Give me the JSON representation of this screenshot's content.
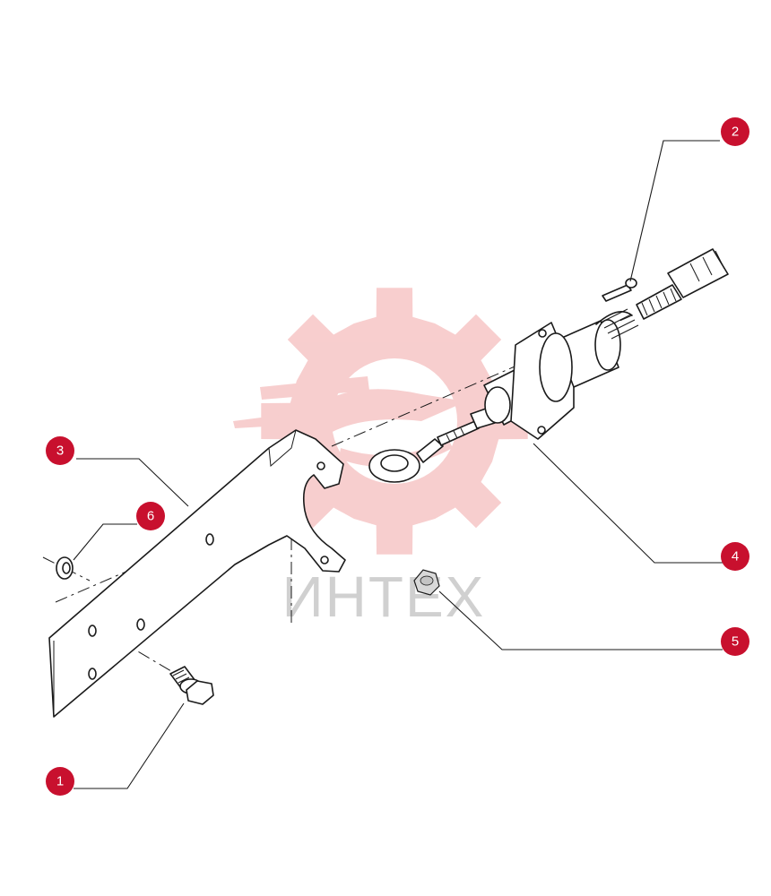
{
  "watermark": {
    "text": "ИНТЕХ",
    "logo_icon": "gear-logo-icon",
    "gear_color": "#f7c9c9",
    "text_color": "#d0d0d0"
  },
  "colors": {
    "callout": "#c8102e",
    "line": "#1a1a1a",
    "nut": "#d8d8d8"
  },
  "callouts": [
    {
      "id": "1",
      "label": "1"
    },
    {
      "id": "2",
      "label": "2"
    },
    {
      "id": "3",
      "label": "3"
    },
    {
      "id": "4",
      "label": "4"
    },
    {
      "id": "5",
      "label": "5"
    },
    {
      "id": "6",
      "label": "6"
    }
  ]
}
